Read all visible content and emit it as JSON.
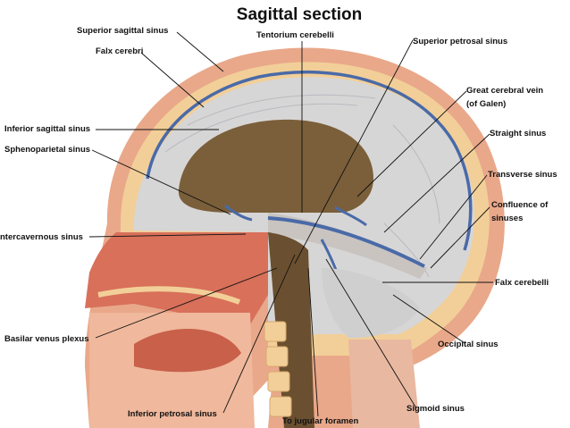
{
  "title": "Sagittal section",
  "labels": {
    "superior_sagittal": "Superior sagittal sinus",
    "falx_cerebri": "Falx cerebri",
    "tentorium": "Tentorium cerebelli",
    "superior_petrosal": "Superior petrosal sinus",
    "great_vein_1": "Great cerebral vein",
    "great_vein_2": "(of Galen)",
    "inferior_sagittal": "Inferior sagittal sinus",
    "sphenoparietal": "Sphenoparietal sinus",
    "straight": "Straight sinus",
    "transverse": "Transverse sinus",
    "confluence_1": "Confluence of",
    "confluence_2": "sinuses",
    "intercavernous": "ntercavernous sinus",
    "falx_cerebelli": "Falx cerebelli",
    "basilar": "Basilar venus plexus",
    "occipital": "Occipital sinus",
    "sigmoid": "Sigmoid sinus",
    "inferior_petrosal": "Inferior petrosal sinus",
    "jugular": "To jugular foramen"
  },
  "colors": {
    "skin": "#e9a88a",
    "bone": "#f2cf98",
    "dura": "#d7d6d6",
    "cavity": "#7a5f3a",
    "vein": "#4a6aa8",
    "face": "#d8705a"
  }
}
